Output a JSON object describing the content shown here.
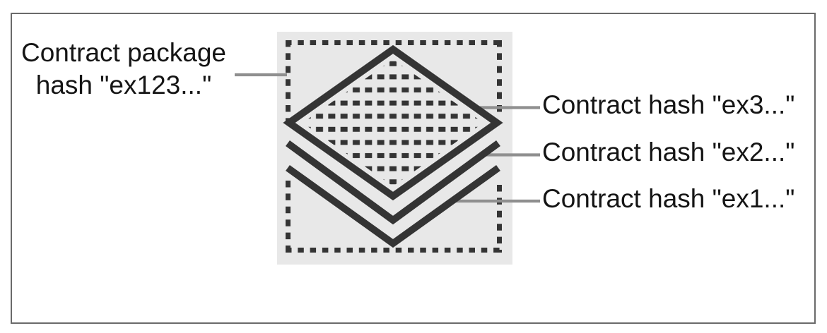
{
  "figure": {
    "package_label": {
      "line1": "Contract package",
      "line2": "hash \"ex123...\""
    },
    "contract_labels": [
      "Contract hash \"ex3...\"",
      "Contract hash \"ex2...\"",
      "Contract hash \"ex1...\""
    ],
    "colors": {
      "ink": "#343434",
      "package_fill": "#e8e8e8",
      "leader_line": "#8f8f8f",
      "text": "#151515",
      "frame_border": "#6a6a6a",
      "background": "#ffffff"
    }
  }
}
